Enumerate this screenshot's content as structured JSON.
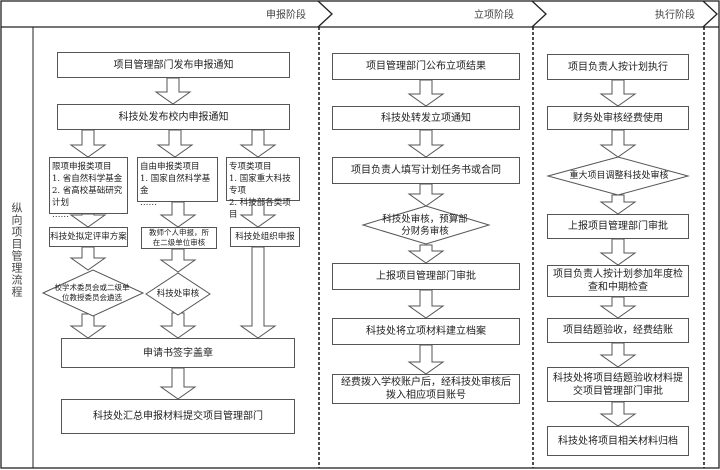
{
  "diagram": {
    "side_label": "纵向项目管理流程",
    "phases": [
      "申报阶段",
      "立项阶段",
      "执行阶段"
    ],
    "apply": {
      "step1": "项目管理部门发布申报通知",
      "step2": "科技处发布校内申报通知",
      "cat_a": {
        "title": "限项申报类项目",
        "items": [
          "1. 省自然科学基金",
          "2. 省高校基础研究计划",
          "……"
        ]
      },
      "cat_b": {
        "title": "自由申报类项目",
        "items": [
          "1. 国家自然科学基金",
          "……"
        ]
      },
      "cat_c": {
        "title": "专项类项目",
        "items": [
          "1. 国家重大科技专项",
          "2. 科技部各类项目",
          "……"
        ]
      },
      "a_step": "科技处拟定评审方案",
      "b_step": "教师个人申报，所在二级单位审核",
      "c_step": "科技处组织申报",
      "a_decision": "校学术委员会或二级单位教授委员会遴选",
      "b_decision": "科技处审核",
      "sign": "申请书签字盖章",
      "submit": "科技处汇总申报材料提交项目管理部门"
    },
    "approval": {
      "step1": "项目管理部门公布立项结果",
      "step2": "科技处转发立项通知",
      "step3": "项目负责人填写计划任务书或合同",
      "decision": "科技处审核，预算部分财务审核",
      "step4": "上报项目管理部门审批",
      "step5": "科技处将立项材料建立档案",
      "step6": "经费拨入学校账户后，经科技处审核后拨入相应项目账号"
    },
    "execution": {
      "step1": "项目负责人按计划执行",
      "step2": "财务处审核经费使用",
      "decision": "重大项目调整科技处审核",
      "step3": "上报项目管理部门审批",
      "step4": "项目负责人按计划参加年度检查和中期检查",
      "step5": "项目结题验收，经费结账",
      "step6": "科技处将项目结题验收材料提交项目管理部门审批",
      "step7": "科技处将项目相关材料归档"
    }
  }
}
